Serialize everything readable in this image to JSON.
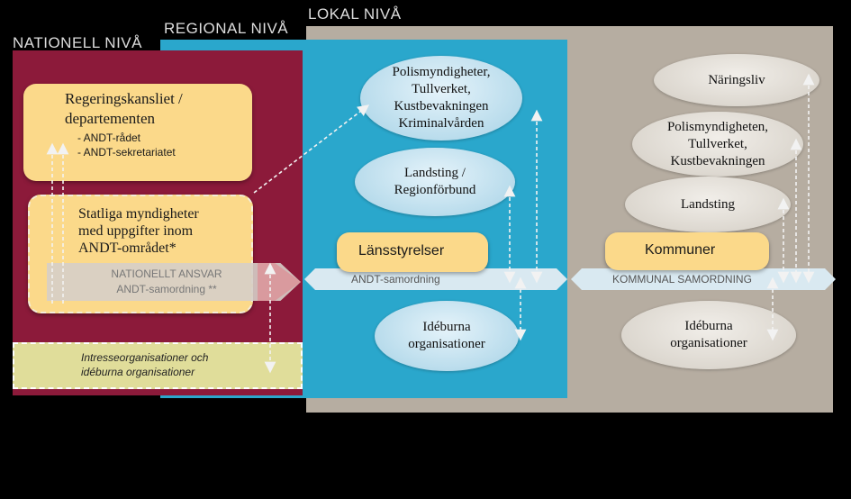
{
  "headers": {
    "nationell": "NATIONELL NIVÅ",
    "regional": "REGIONAL NIVÅ",
    "lokal": "LOKAL NIVÅ"
  },
  "nationell": {
    "regeringskansliet": {
      "title_line1": "Regeringskansliet /",
      "title_line2": "departementen",
      "items": [
        "- ANDT-rådet",
        "- ANDT-sekretariatet"
      ]
    },
    "statliga": {
      "line1": "Statliga myndigheter",
      "line2": "med uppgifter inom",
      "line3": "ANDT-området*"
    },
    "ansvar": {
      "line1": "NATIONELLT ANSVAR",
      "line2": "ANDT-samordning **"
    },
    "intresse": {
      "line1": "Intresseorganisationer och",
      "line2": "idéburna organisationer"
    }
  },
  "regional": {
    "polis": [
      "Polismyndigheter,",
      "Tullverket,",
      "Kustbevakningen",
      "Kriminalvården"
    ],
    "landsting": [
      "Landsting /",
      "Regionförbund"
    ],
    "lansstyrelser": "Länsstyrelser",
    "samordning": "ANDT-samordning",
    "ideburna": [
      "Idéburna",
      "organisationer"
    ]
  },
  "lokal": {
    "naringsliv": "Näringsliv",
    "polis": [
      "Polismyndigheten,",
      "Tullverket,",
      "Kustbevakningen"
    ],
    "landsting": "Landsting",
    "kommuner": "Kommuner",
    "samordning": "KOMMUNAL SAMORDNING",
    "ideburna": [
      "Idéburna",
      "organisationer"
    ]
  },
  "colors": {
    "nationell": "#8c1a3a",
    "regional": "#2aa7cc",
    "lokal": "#b6ada1",
    "yellow_box": "#fbd98a"
  }
}
